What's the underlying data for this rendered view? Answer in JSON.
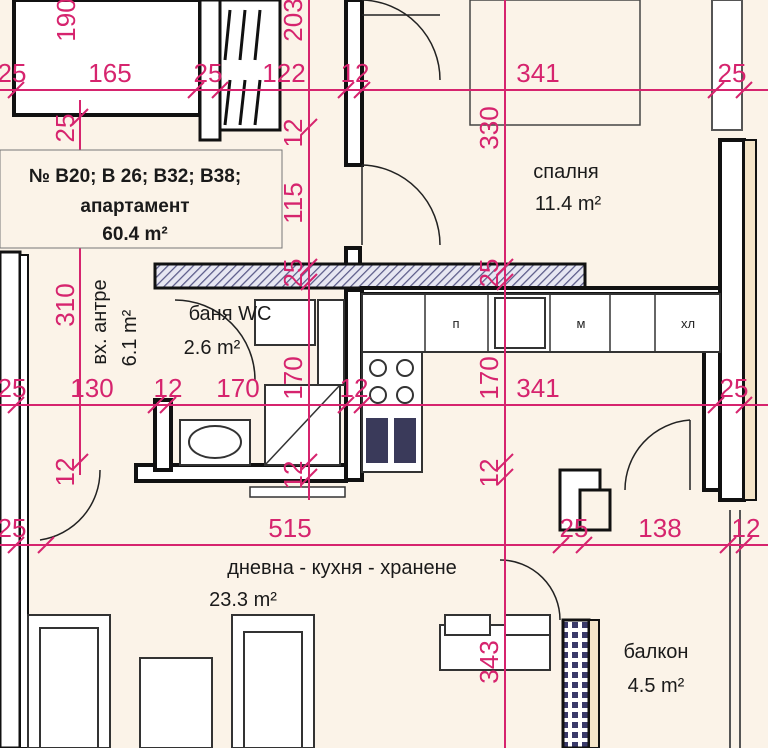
{
  "apartment": {
    "numbers": "№ B20; B 26; B32; B38;",
    "type": "апартамент",
    "area": "60.4 m²"
  },
  "rooms": {
    "bedroom": {
      "name": "спалня",
      "area": "11.4 m²"
    },
    "entrance": {
      "name": "вх. антре",
      "area": "6.1 m²"
    },
    "bathroom": {
      "name": "баня WC",
      "area": "2.6 m²"
    },
    "living": {
      "name": "дневна - кухня - хранене",
      "area": "23.3 m²"
    },
    "balcony": {
      "name": "балкон",
      "area": "4.5 m²"
    }
  },
  "kitchen_labels": {
    "fridge": "хл",
    "dishwasher": "п",
    "washer": "м"
  },
  "dimensions": {
    "row1": [
      "25",
      "165",
      "25",
      "122",
      "12",
      "341",
      "25"
    ],
    "row2": [
      "25",
      "130",
      "12",
      "170",
      "12",
      "341",
      "25"
    ],
    "row3": [
      "25",
      "515",
      "25",
      "138",
      "12"
    ],
    "vertical": [
      "190",
      "203",
      "330",
      "25",
      "115",
      "12",
      "310",
      "25",
      "25",
      "170",
      "170",
      "12",
      "12",
      "12",
      "343"
    ]
  },
  "colors": {
    "dimension": "#d6246e",
    "floor": "#fbf3e8",
    "wall": "#111111",
    "facade_hatch": "#6a6a8a"
  }
}
